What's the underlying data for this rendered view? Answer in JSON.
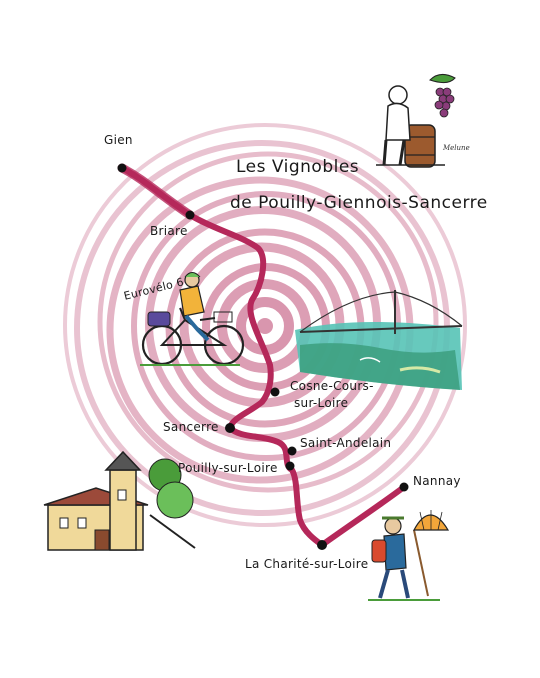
{
  "title": {
    "line1": "Les Vignobles",
    "line2": "de Pouilly-Giennois-Sancerre"
  },
  "places": {
    "gien": "Gien",
    "briare": "Briare",
    "cosne": "Cosne-Cours-",
    "cosne2": "sur-Loire",
    "sancerre": "Sancerre",
    "saint_andelain": "Saint-Andelain",
    "pouilly": "Pouilly-sur-Loire",
    "nannay": "Nannay",
    "la_charite": "La Charité-sur-Loire"
  },
  "route_label": "Eurovélo 6",
  "signature": "Melune",
  "colors": {
    "route": "#b5285a",
    "swirl": "#c96a8c",
    "accent_water": "#56c3b6"
  },
  "icons": [
    "winemaker-illustration",
    "cyclist-illustration",
    "bridge-illustration",
    "chateau-illustration",
    "pilgrim-illustration",
    "scallop-shell-icon"
  ]
}
